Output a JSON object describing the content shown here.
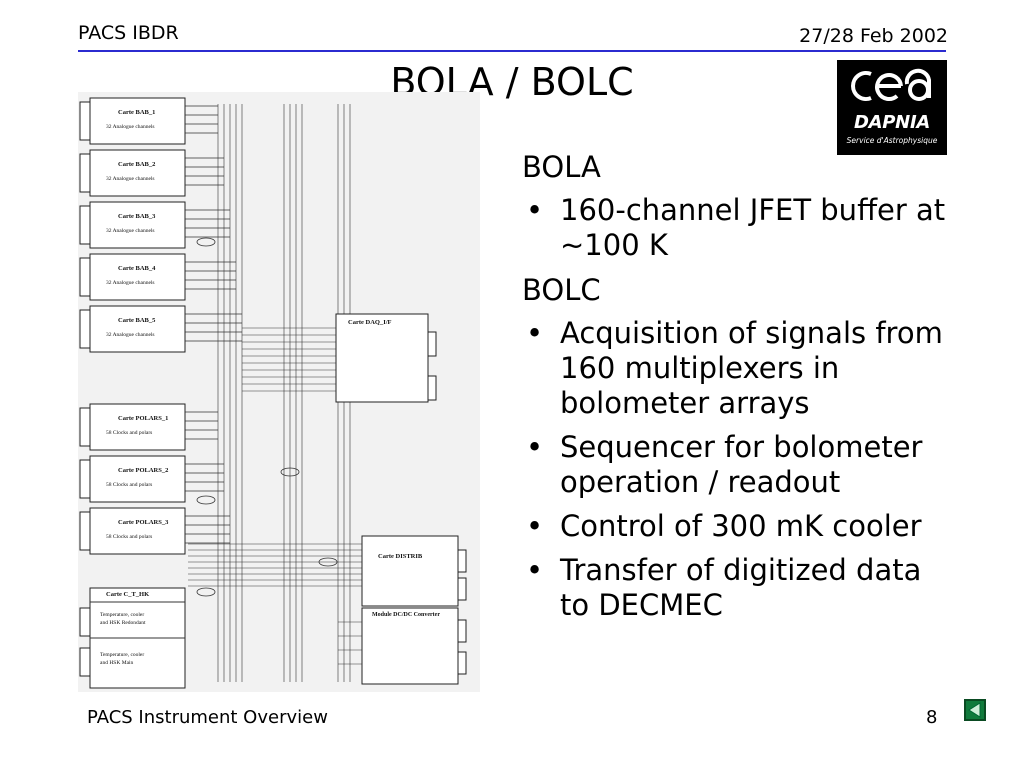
{
  "header": {
    "left": "PACS IBDR",
    "right": "27/28 Feb 2002"
  },
  "title": "BOLA / BOLC",
  "logo": {
    "wordmark": "cea",
    "name": "DAPNIA",
    "subtitle": "Service d'Astrophysique"
  },
  "content": {
    "sections": [
      {
        "heading": "BOLA",
        "bullets": [
          "160-channel JFET buffer at ~100 K"
        ]
      },
      {
        "heading": "BOLC",
        "bullets": [
          "Acquisition of signals from 160 multiplexers in bolometer arrays",
          "Sequencer for bolometer operation / readout",
          "Control of 300 mK cooler",
          "Transfer of digitized data to DECMEC"
        ]
      }
    ]
  },
  "diagram": {
    "left_boards": [
      {
        "name": "Carte BAB_1",
        "sub": [
          "32 Analogue channels"
        ]
      },
      {
        "name": "Carte BAB_2",
        "sub": [
          "32 Analogue channels"
        ]
      },
      {
        "name": "Carte BAB_3",
        "sub": [
          "32 Analogue channels"
        ]
      },
      {
        "name": "Carte BAB_4",
        "sub": [
          "32 Analogue channels"
        ]
      },
      {
        "name": "Carte BAB_5",
        "sub": [
          "32 Analogue channels"
        ]
      },
      {
        "name": "Carte POLARS_1",
        "sub": [
          "58 Clocks and polars"
        ]
      },
      {
        "name": "Carte POLARS_2",
        "sub": [
          "58 Clocks and polars"
        ]
      },
      {
        "name": "Carte POLARS_3",
        "sub": [
          "58 Clocks and polars"
        ]
      }
    ],
    "hk_board": {
      "name": "Carte C_T_HK",
      "sub1": [
        "Temperature, cooler",
        "and HSK Redondant"
      ],
      "sub2": [
        "Temperature, cooler",
        "and HSK Main"
      ]
    },
    "daq": {
      "name": "Carte DAQ_I/F"
    },
    "distrib": {
      "name": "Carte DISTRIB"
    },
    "dcdc": {
      "name": "Module DC/DC Converter"
    }
  },
  "footer": {
    "left": "PACS Instrument Overview",
    "page": "8"
  },
  "nav": {
    "icon": "play-back-icon",
    "color": "#117a3c"
  }
}
